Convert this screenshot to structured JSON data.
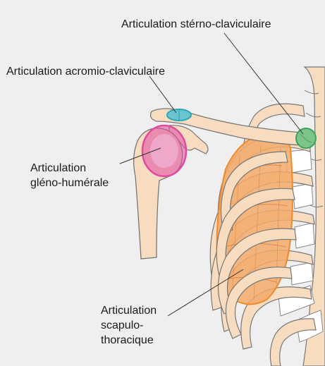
{
  "labels": {
    "sternoclavicular": "Articulation stérno-claviculaire",
    "acromioclavicular": "Articulation acromio-claviculaire",
    "glenohumeral": [
      "Articulation",
      "gléno-humérale"
    ],
    "scapulothoracic": [
      "Articulation",
      "scapulo-",
      "thoracique"
    ]
  },
  "joint_colors": {
    "sternoclavicular": "#3aa45a",
    "acromioclavicular": "#2aa6b8",
    "glenohumeral": "#e04aa0",
    "scapulothoracic": "#f08a2c"
  },
  "tissue_colors": {
    "bone": "#f7dcc0",
    "outline": "#777777",
    "scapula": "#f3a968",
    "background": "#efefef"
  }
}
